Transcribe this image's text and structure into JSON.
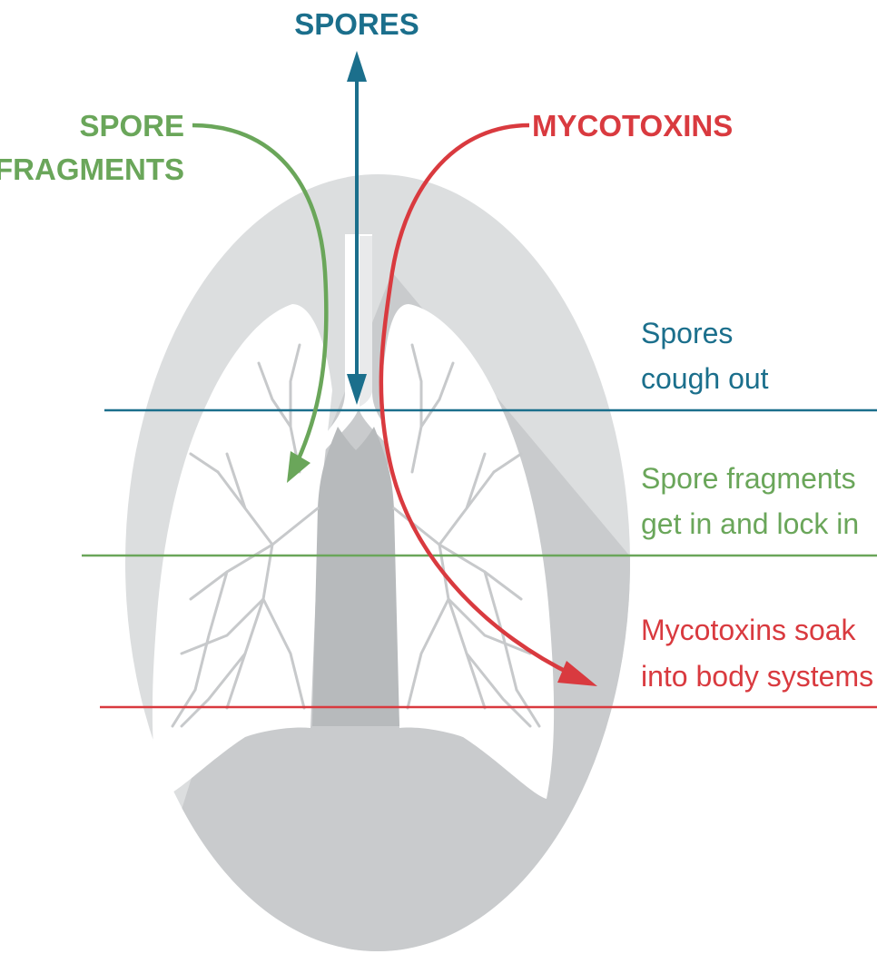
{
  "labels": {
    "spores": "SPORES",
    "spore_fragments_line1": "SPORE",
    "spore_fragments_line2": "FRAGMENTS",
    "mycotoxins": "MYCOTOXINS"
  },
  "notes": {
    "spores_line1": "Spores",
    "spores_line2": "cough out",
    "fragments_line1": "Spore fragments",
    "fragments_line2": "get in and lock in",
    "mycotoxins_line1": "Mycotoxins soak",
    "mycotoxins_line2": "into body systems"
  },
  "colors": {
    "spores": "#1b6f8c",
    "fragments": "#6aa65a",
    "mycotoxins": "#d93a3f",
    "oval": "#dcdedf",
    "oval_shadow": "#c9cbcd",
    "lung": "#ffffff",
    "airway": "#b7babc"
  }
}
